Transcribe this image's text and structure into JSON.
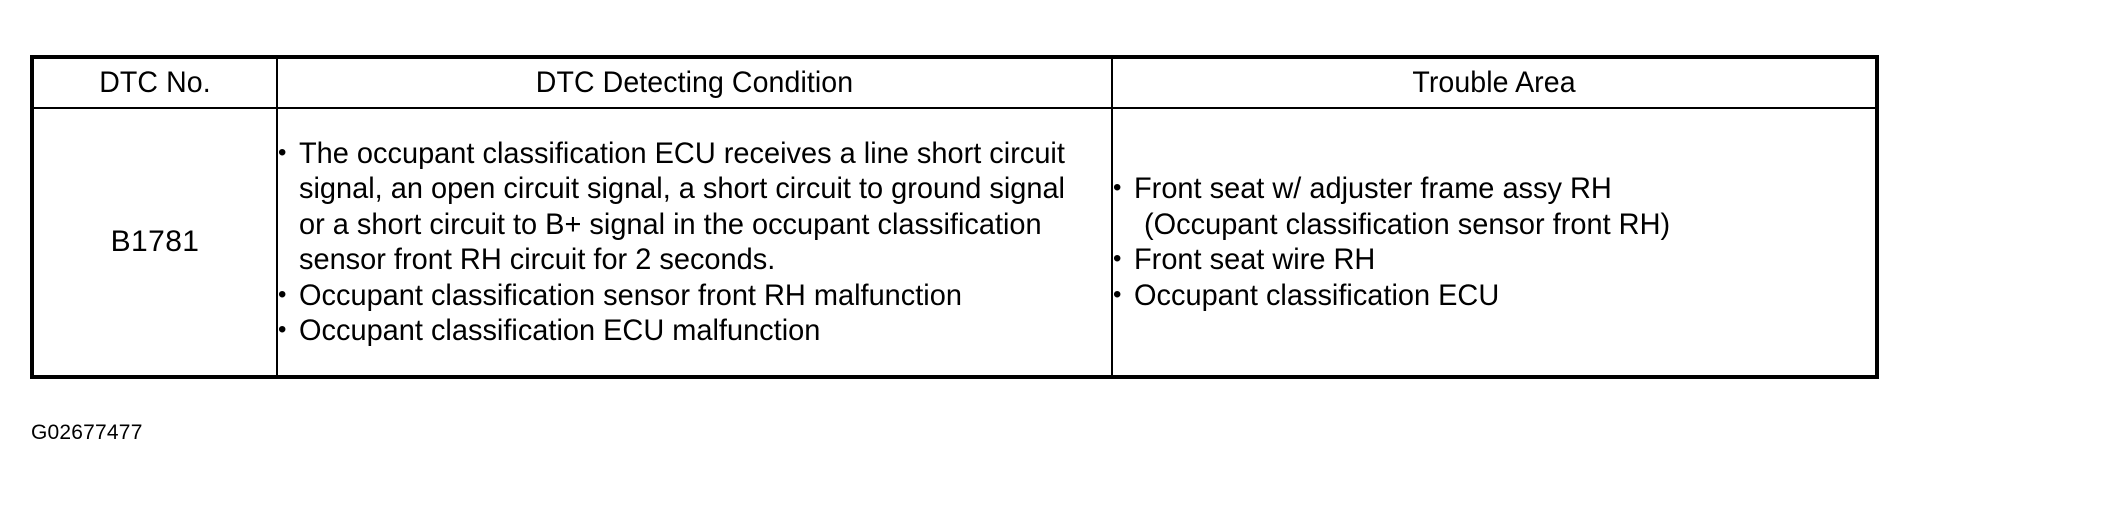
{
  "document": {
    "caption_code": "G02677477"
  },
  "table": {
    "headers": [
      {
        "label": "DTC No."
      },
      {
        "label": "DTC Detecting Condition"
      },
      {
        "label": "Trouble Area"
      }
    ],
    "rows": [
      {
        "dtc_no": "B1781",
        "detecting_condition": {
          "bullets": [
            {
              "lines": [
                "The occupant classification ECU receives a line short circuit",
                "signal, an open circuit signal, a short circuit to ground signal",
                "or a short circuit to B+ signal in the occupant classification",
                "sensor front RH circuit for 2 seconds."
              ]
            },
            {
              "lines": [
                "Occupant classification sensor front RH malfunction"
              ]
            },
            {
              "lines": [
                "Occupant classification ECU malfunction"
              ]
            }
          ]
        },
        "trouble_area": {
          "bullets": [
            {
              "lines": [
                "Front seat w/ adjuster frame assy RH",
                "(Occupant classification sensor front RH)"
              ]
            },
            {
              "lines": [
                "Front seat wire RH"
              ]
            },
            {
              "lines": [
                "Occupant classification ECU"
              ]
            }
          ]
        }
      }
    ]
  },
  "colors": {
    "ink": "#000000",
    "paper": "#ffffff"
  }
}
